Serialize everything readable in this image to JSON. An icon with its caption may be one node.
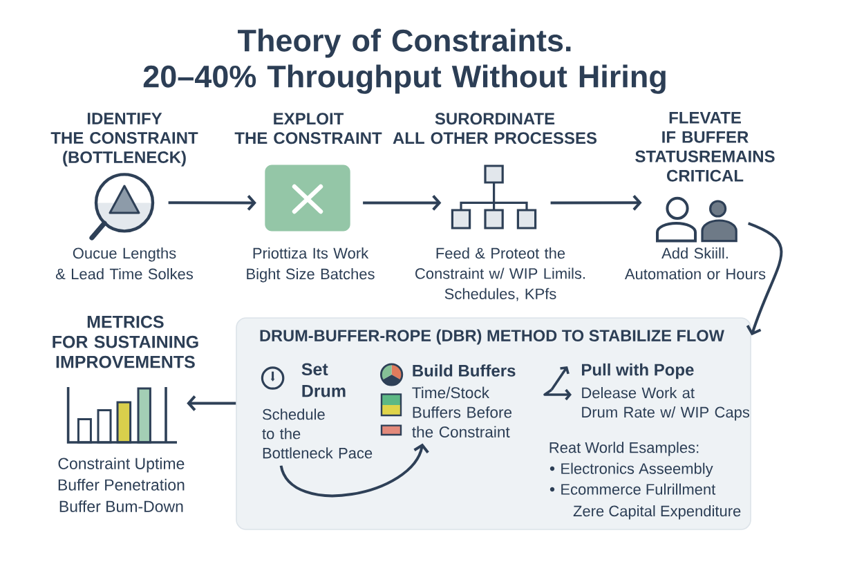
{
  "diagram": {
    "title": "Theory of Constraints. 20–40% Throughput Without Hiring",
    "nodes": [
      {
        "text": [
          "IDENTIFY THE CONSTRAINT (BOTTLENECK)",
          "Oucue Lengths & Lead Time Solkes"
        ]
      },
      {
        "text": [
          "EXPLOIT THE CONSTRAINT",
          "Priottiza Its Work Bight Size Batches"
        ]
      },
      {
        "text": [
          "SURORDINATE ALL OTHER PROCESSES",
          "Feed & Proteot the Constraint w/ WIP Limils. Schedules, KPfs"
        ]
      },
      {
        "text": [
          "FLEVATE IF BUFFER STATUSREMAINS CRITICAL",
          "Add Skiill. Automation or Hours"
        ]
      },
      {
        "text": [
          "METRICS FOR SUSTAINING IMPROVEMENTS",
          "Constraint Uptime",
          "Buffer Penetration",
          "Buffer Bum-Down"
        ]
      },
      {
        "text": [
          "DRUM-BUFFER-ROPE (DBR) METHOD TO STABILIZE FLOW"
        ]
      },
      {
        "text": [
          "Set Drum",
          "Schedule to the Bottleneck Pace"
        ],
        "in": 5
      },
      {
        "text": [
          "Build Buffers",
          "Time/Stock Buffers Before the Constraint"
        ],
        "in": 5
      },
      {
        "text": [
          "Pull with Pope",
          "Delease Work at Drum Rate w/ WIP Caps"
        ],
        "in": 5
      }
    ],
    "edges": [
      {
        "from": 0,
        "to": 1,
        "arrow": "to"
      },
      {
        "from": 1,
        "to": 2,
        "arrow": "to"
      },
      {
        "from": 2,
        "to": 3,
        "arrow": "to"
      },
      {
        "from": 3,
        "to": 5,
        "arrow": "to"
      },
      {
        "from": 5,
        "to": 4,
        "arrow": "to"
      },
      {
        "from": 6,
        "to": 7,
        "arrow": "to"
      }
    ],
    "labels": [
      "Reat World Esamples:",
      "Electronics Asseembly",
      "Ecommerce Fulrillment",
      "Zere Capital Expenditure"
    ]
  }
}
